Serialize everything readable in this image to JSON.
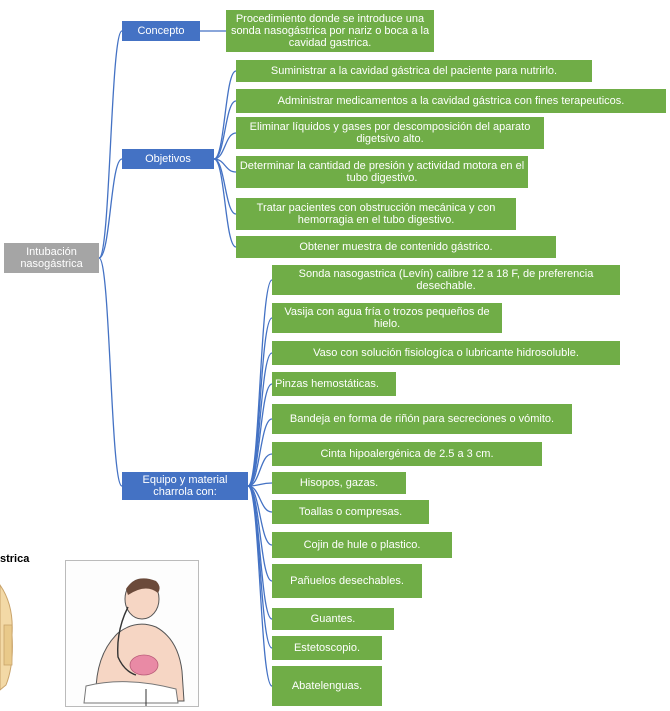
{
  "root": "Intubación nasogástrica",
  "branches": [
    {
      "label": "Concepto",
      "items": [
        "Procedimiento donde se introduce una sonda nasogástrica por nariz o boca a la cavidad gastrica."
      ]
    },
    {
      "label": "Objetivos",
      "items": [
        "Suministrar a la cavidad gástrica del paciente para nutrirlo.",
        "Administrar medicamentos a la cavidad gástrica con fines terapeuticos.",
        "Eliminar líquidos y gases por descomposición del aparato digetsivo alto.",
        "Determinar la cantidad de presión y actividad motora en el tubo digestivo.",
        "Tratar pacientes con obstrucción mecánica y con hemorragia en el tubo digestivo.",
        "Obtener muestra de contenido gástrico."
      ]
    },
    {
      "label": "Equipo y material charrola con:",
      "items": [
        "Sonda nasogastrica (Levín) calibre 12 a 18 F, de preferencia desechable.",
        "Vasija con agua fría o trozos pequeños de hielo.",
        "Vaso con solución fisiologíca o lubricante hidrosoluble.",
        "Pinzas hemostáticas.",
        "Bandeja en forma de riñón para secreciones o vómito.",
        "Cinta hipoalergénica de 2.5 a 3 cm.",
        "Hisopos, gazas.",
        "Toallas o compresas.",
        "Cojin de hule o plastico.",
        "Pañuelos desechables.",
        "Guantes.",
        "Estetoscopio.",
        "Abatelenguas."
      ]
    }
  ],
  "figure_caption": "strica",
  "colors": {
    "root": "#a5a5a5",
    "branch": "#4472c4",
    "leaf": "#70ad47",
    "connector": "#4472c4"
  }
}
